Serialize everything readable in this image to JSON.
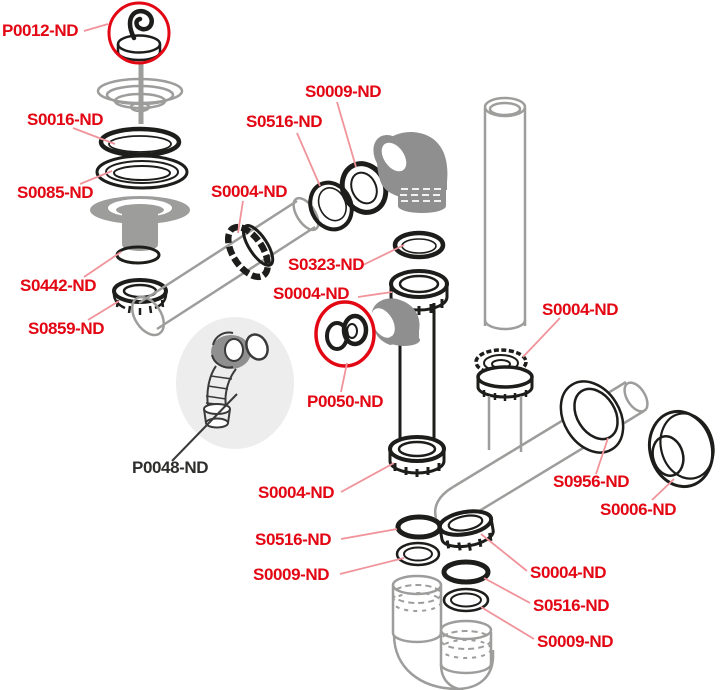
{
  "diagram": {
    "type": "exploded-parts-diagram",
    "colors": {
      "label_red": "#e30613",
      "label_gray": "#2e2e2d",
      "leader_pink": "#f0939a",
      "line_black": "#1d1d1b",
      "line_gray": "#9d9d9c",
      "part_fill_gray": "#8f8f8f",
      "spotlight_gray": "#ededed",
      "highlight_red": "#e30613"
    },
    "labels": [
      {
        "id": "p0012",
        "text": "P0012-ND",
        "style": "red"
      },
      {
        "id": "s0016",
        "text": "S0016-ND",
        "style": "red"
      },
      {
        "id": "s0085",
        "text": "S0085-ND",
        "style": "red"
      },
      {
        "id": "s0442",
        "text": "S0442-ND",
        "style": "red"
      },
      {
        "id": "s0859",
        "text": "S0859-ND",
        "style": "red"
      },
      {
        "id": "s0004-tailpipe",
        "text": "S0004-ND",
        "style": "red"
      },
      {
        "id": "s0516-top",
        "text": "S0516-ND",
        "style": "red"
      },
      {
        "id": "s0009-top",
        "text": "S0009-ND",
        "style": "red"
      },
      {
        "id": "s0323",
        "text": "S0323-ND",
        "style": "red"
      },
      {
        "id": "s0004-trap-top",
        "text": "S0004-ND",
        "style": "red"
      },
      {
        "id": "p0050",
        "text": "P0050-ND",
        "style": "red"
      },
      {
        "id": "p0048",
        "text": "P0048-ND",
        "style": "gray"
      },
      {
        "id": "s0004-right-pipe",
        "text": "S0004-ND",
        "style": "red"
      },
      {
        "id": "s0004-trap-bottom",
        "text": "S0004-ND",
        "style": "red"
      },
      {
        "id": "s0956",
        "text": "S0956-ND",
        "style": "red"
      },
      {
        "id": "s0006",
        "text": "S0006-ND",
        "style": "red"
      },
      {
        "id": "s0516-bottom-left",
        "text": "S0516-ND",
        "style": "red"
      },
      {
        "id": "s0009-bottom-left",
        "text": "S0009-ND",
        "style": "red"
      },
      {
        "id": "s0004-outlet",
        "text": "S0004-ND",
        "style": "red"
      },
      {
        "id": "s0516-bottom-right",
        "text": "S0516-ND",
        "style": "red"
      },
      {
        "id": "s0009-bottom-right",
        "text": "S0009-ND",
        "style": "red"
      }
    ]
  }
}
